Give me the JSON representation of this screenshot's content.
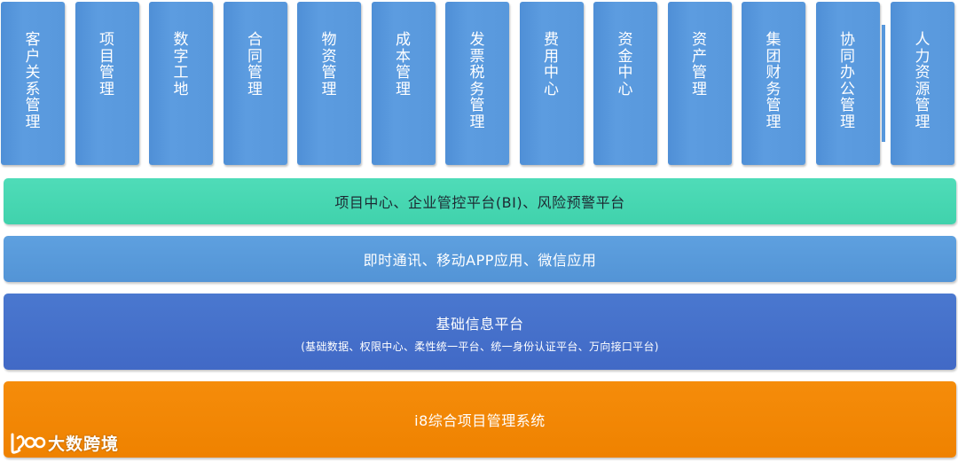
{
  "modules": [
    {
      "label": "客户关系管理"
    },
    {
      "label": "项目管理"
    },
    {
      "label": "数字工地"
    },
    {
      "label": "合同管理"
    },
    {
      "label": "物资管理"
    },
    {
      "label": "成本管理"
    },
    {
      "label": "发票税务管理"
    },
    {
      "label": "费用中心"
    },
    {
      "label": "资金中心"
    },
    {
      "label": "资产管理"
    },
    {
      "label": "集团财务管理"
    },
    {
      "label": "协同办公管理"
    },
    {
      "label": "人力资源管理"
    }
  ],
  "layers": {
    "analytics": {
      "title": "项目中心、企业管控平台(BI)、风险预警平台"
    },
    "communication": {
      "title": "即时通讯、移动APP应用、微信应用"
    },
    "foundation": {
      "title": "基础信息平台",
      "subtitle": "(基础数据、权限中心、柔性统一平台、统一身份认证平台、万向接口平台)"
    },
    "system": {
      "title": "i8综合项目管理系统"
    }
  },
  "watermark": {
    "text": "大数跨境"
  },
  "colors": {
    "module_blue": "#5898dc",
    "band_green": "#44d5b0",
    "band_blue": "#5899da",
    "band_navy": "#446fca",
    "band_orange": "#f28600"
  }
}
